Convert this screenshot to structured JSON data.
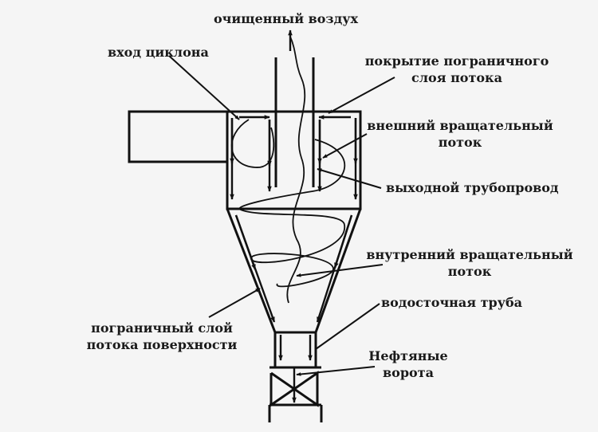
{
  "labels": {
    "clean_air": "очищенный воздух",
    "cyclone_inlet": "вход циклона",
    "boundary_cover": [
      "покрытие пограничного",
      "слоя потока"
    ],
    "outer_vortex": [
      "внешний вращательный",
      "поток"
    ],
    "outlet_pipe": "выходной трубопровод",
    "inner_vortex": [
      "внутренний вращательный",
      "поток"
    ],
    "drain_pipe": "водосточная труба",
    "surface_boundary": [
      "пограничный слой",
      "потока поверхности"
    ],
    "oil_gate": [
      "Нефтяные",
      "ворота"
    ]
  },
  "colors": {
    "ink": "#111111",
    "background": "#f5f5f5"
  }
}
